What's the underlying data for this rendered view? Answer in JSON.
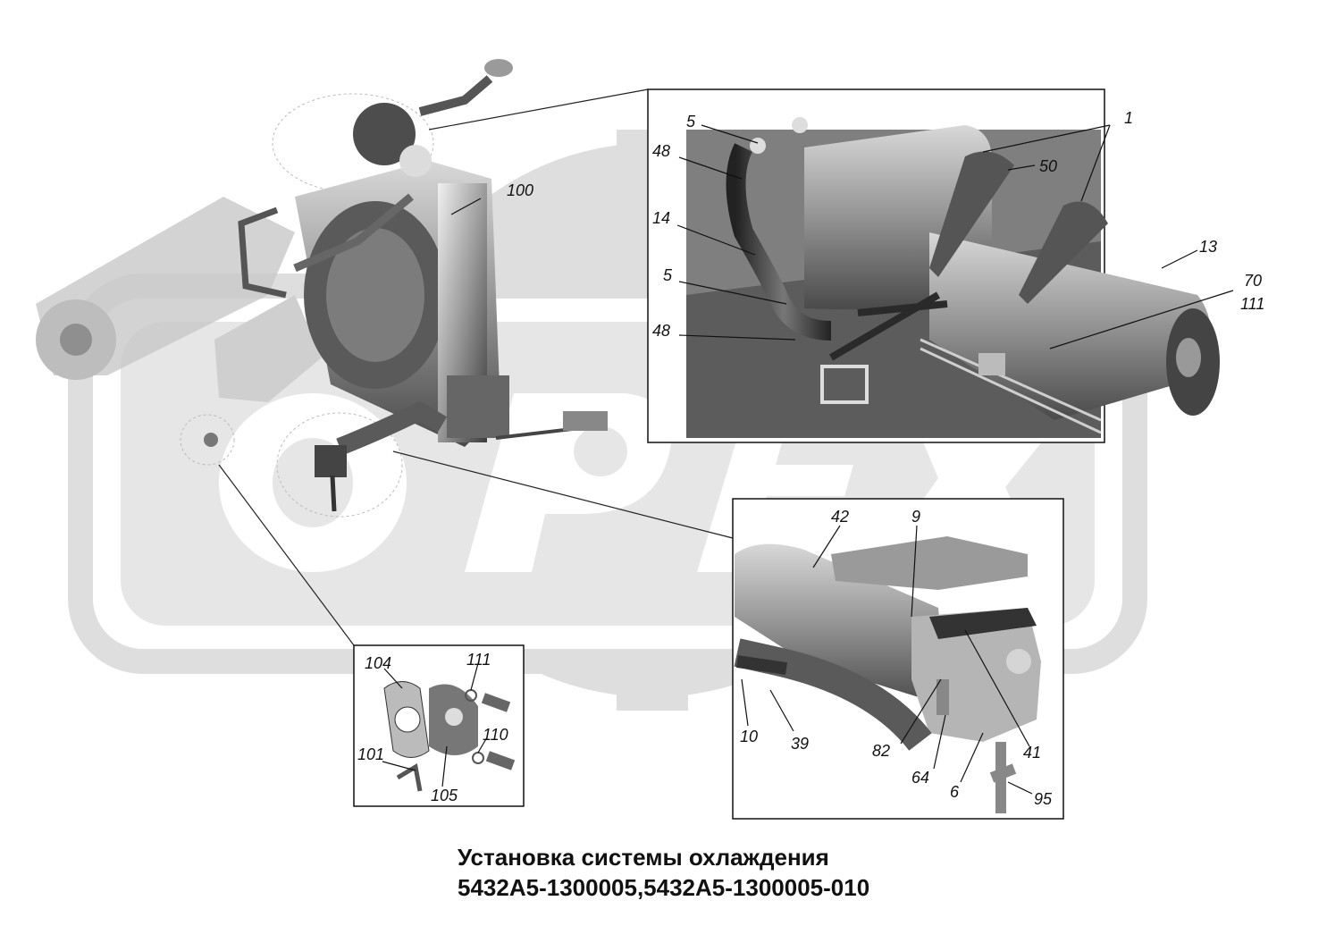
{
  "diagram": {
    "title_line1": "Установка системы охлаждения",
    "title_line2": "5432А5-1300005,5432А5-1300005-010",
    "watermark_text": "ОРЕХ",
    "main_callouts": [
      "100"
    ],
    "detail_top_callouts": [
      "5",
      "48",
      "14",
      "5",
      "48",
      "1",
      "50",
      "13",
      "70",
      "111"
    ],
    "detail_right_callouts": [
      "42",
      "9",
      "10",
      "39",
      "82",
      "64",
      "6",
      "41",
      "95"
    ],
    "detail_left_callouts": [
      "104",
      "111",
      "110",
      "101",
      "105"
    ]
  }
}
